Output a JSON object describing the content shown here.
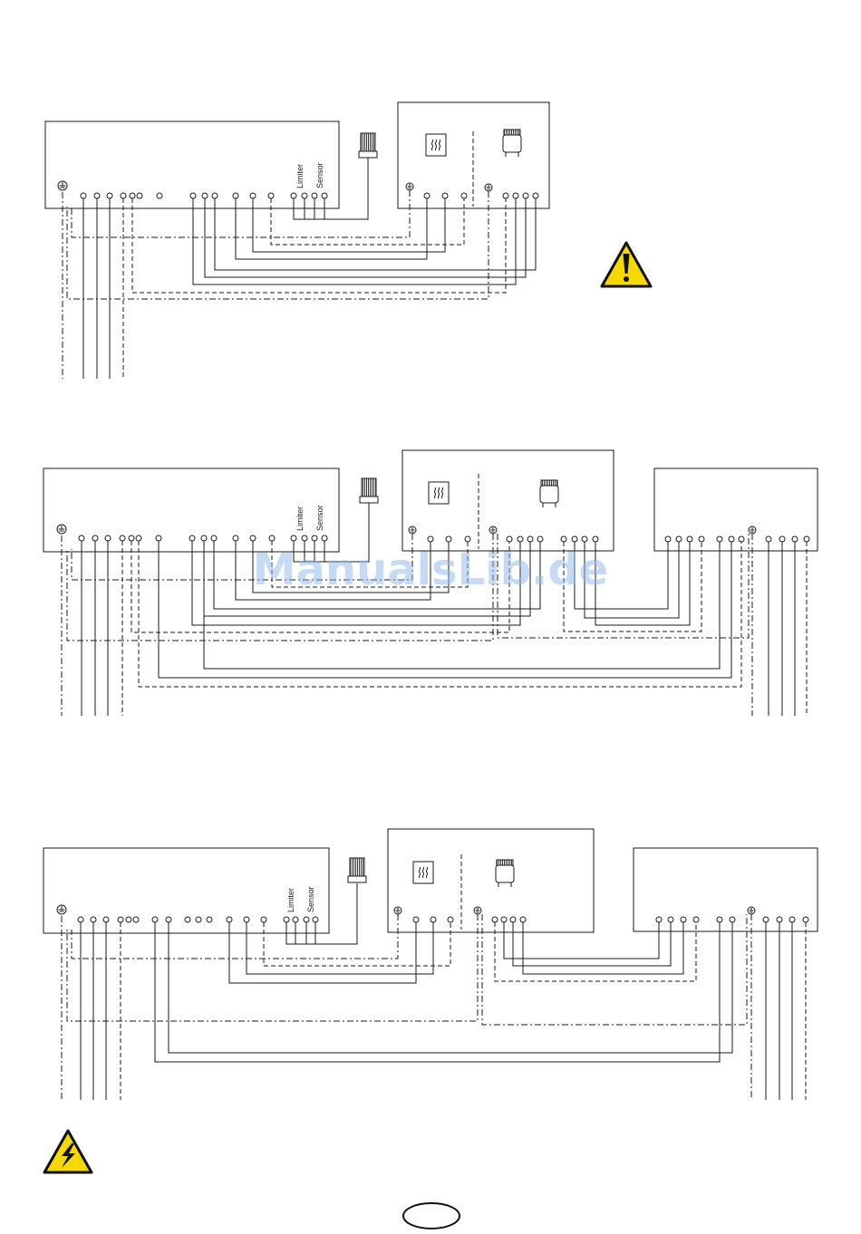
{
  "labels": {
    "limiter": "Limiter",
    "sensor": "Sensor"
  },
  "watermark": "ManualsLib.de",
  "page_number": "",
  "icons": {
    "warning": "warning-exclamation-icon",
    "electric_hazard": "electric-hazard-icon",
    "heater_symbol": "heater-symbol-icon",
    "sauna_stove": "sauna-stove-icon",
    "temperature_sensor": "temperature-sensor-icon",
    "ground": "ground-terminal-icon"
  },
  "colors": {
    "line": "#1a1a1a",
    "warning_fill": "#f5d800",
    "watermark": "#8fb7ea"
  }
}
